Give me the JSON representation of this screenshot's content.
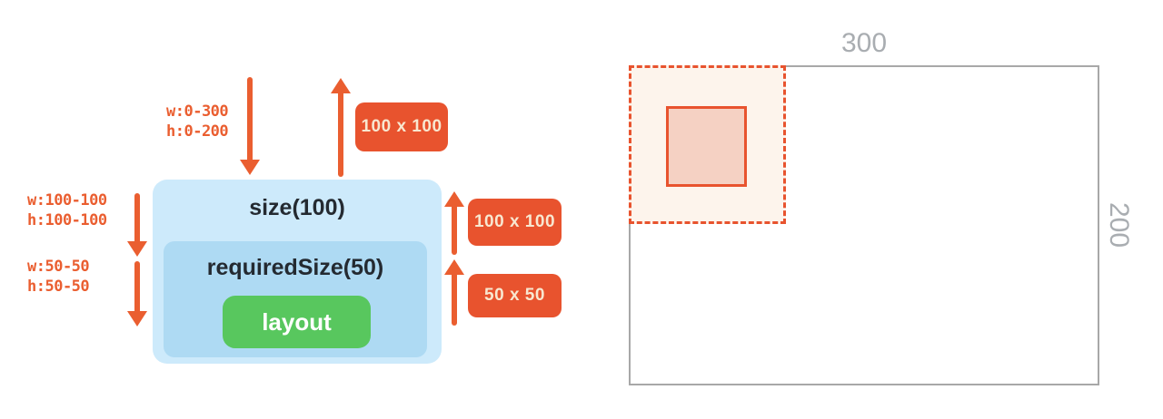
{
  "figure": {
    "left": {
      "incoming_constraints": {
        "line1": "w:0-300",
        "line2": "h:0-200"
      },
      "outgoing_size_top": "100 x 100",
      "outer_box_label": "size(100)",
      "size_constraints": {
        "line1": "w:100-100",
        "line2": "h:100-100"
      },
      "outgoing_size_mid": "100 x 100",
      "inner_box_label": "requiredSize(50)",
      "required_constraints": {
        "line1": "w:50-50",
        "line2": "h:50-50"
      },
      "outgoing_size_inner": "50 x 50",
      "layout_node_label": "layout"
    },
    "right": {
      "parent_width_label": "300",
      "parent_height_label": "200"
    }
  },
  "colors": {
    "orange": "#E8532E",
    "orange_arrow": "#EA5E30",
    "badge_text": "#F8E7D0",
    "outer_box_bg": "#CDEAFB",
    "inner_box_bg": "#AEDAF3",
    "green": "#58C75E",
    "dark_text": "#242A31",
    "gray_border": "#A8A8A8",
    "gray_text": "#A9ADB1",
    "dashed_fill": "#FDF4EC",
    "solid_fill": "#F5D1C3"
  }
}
